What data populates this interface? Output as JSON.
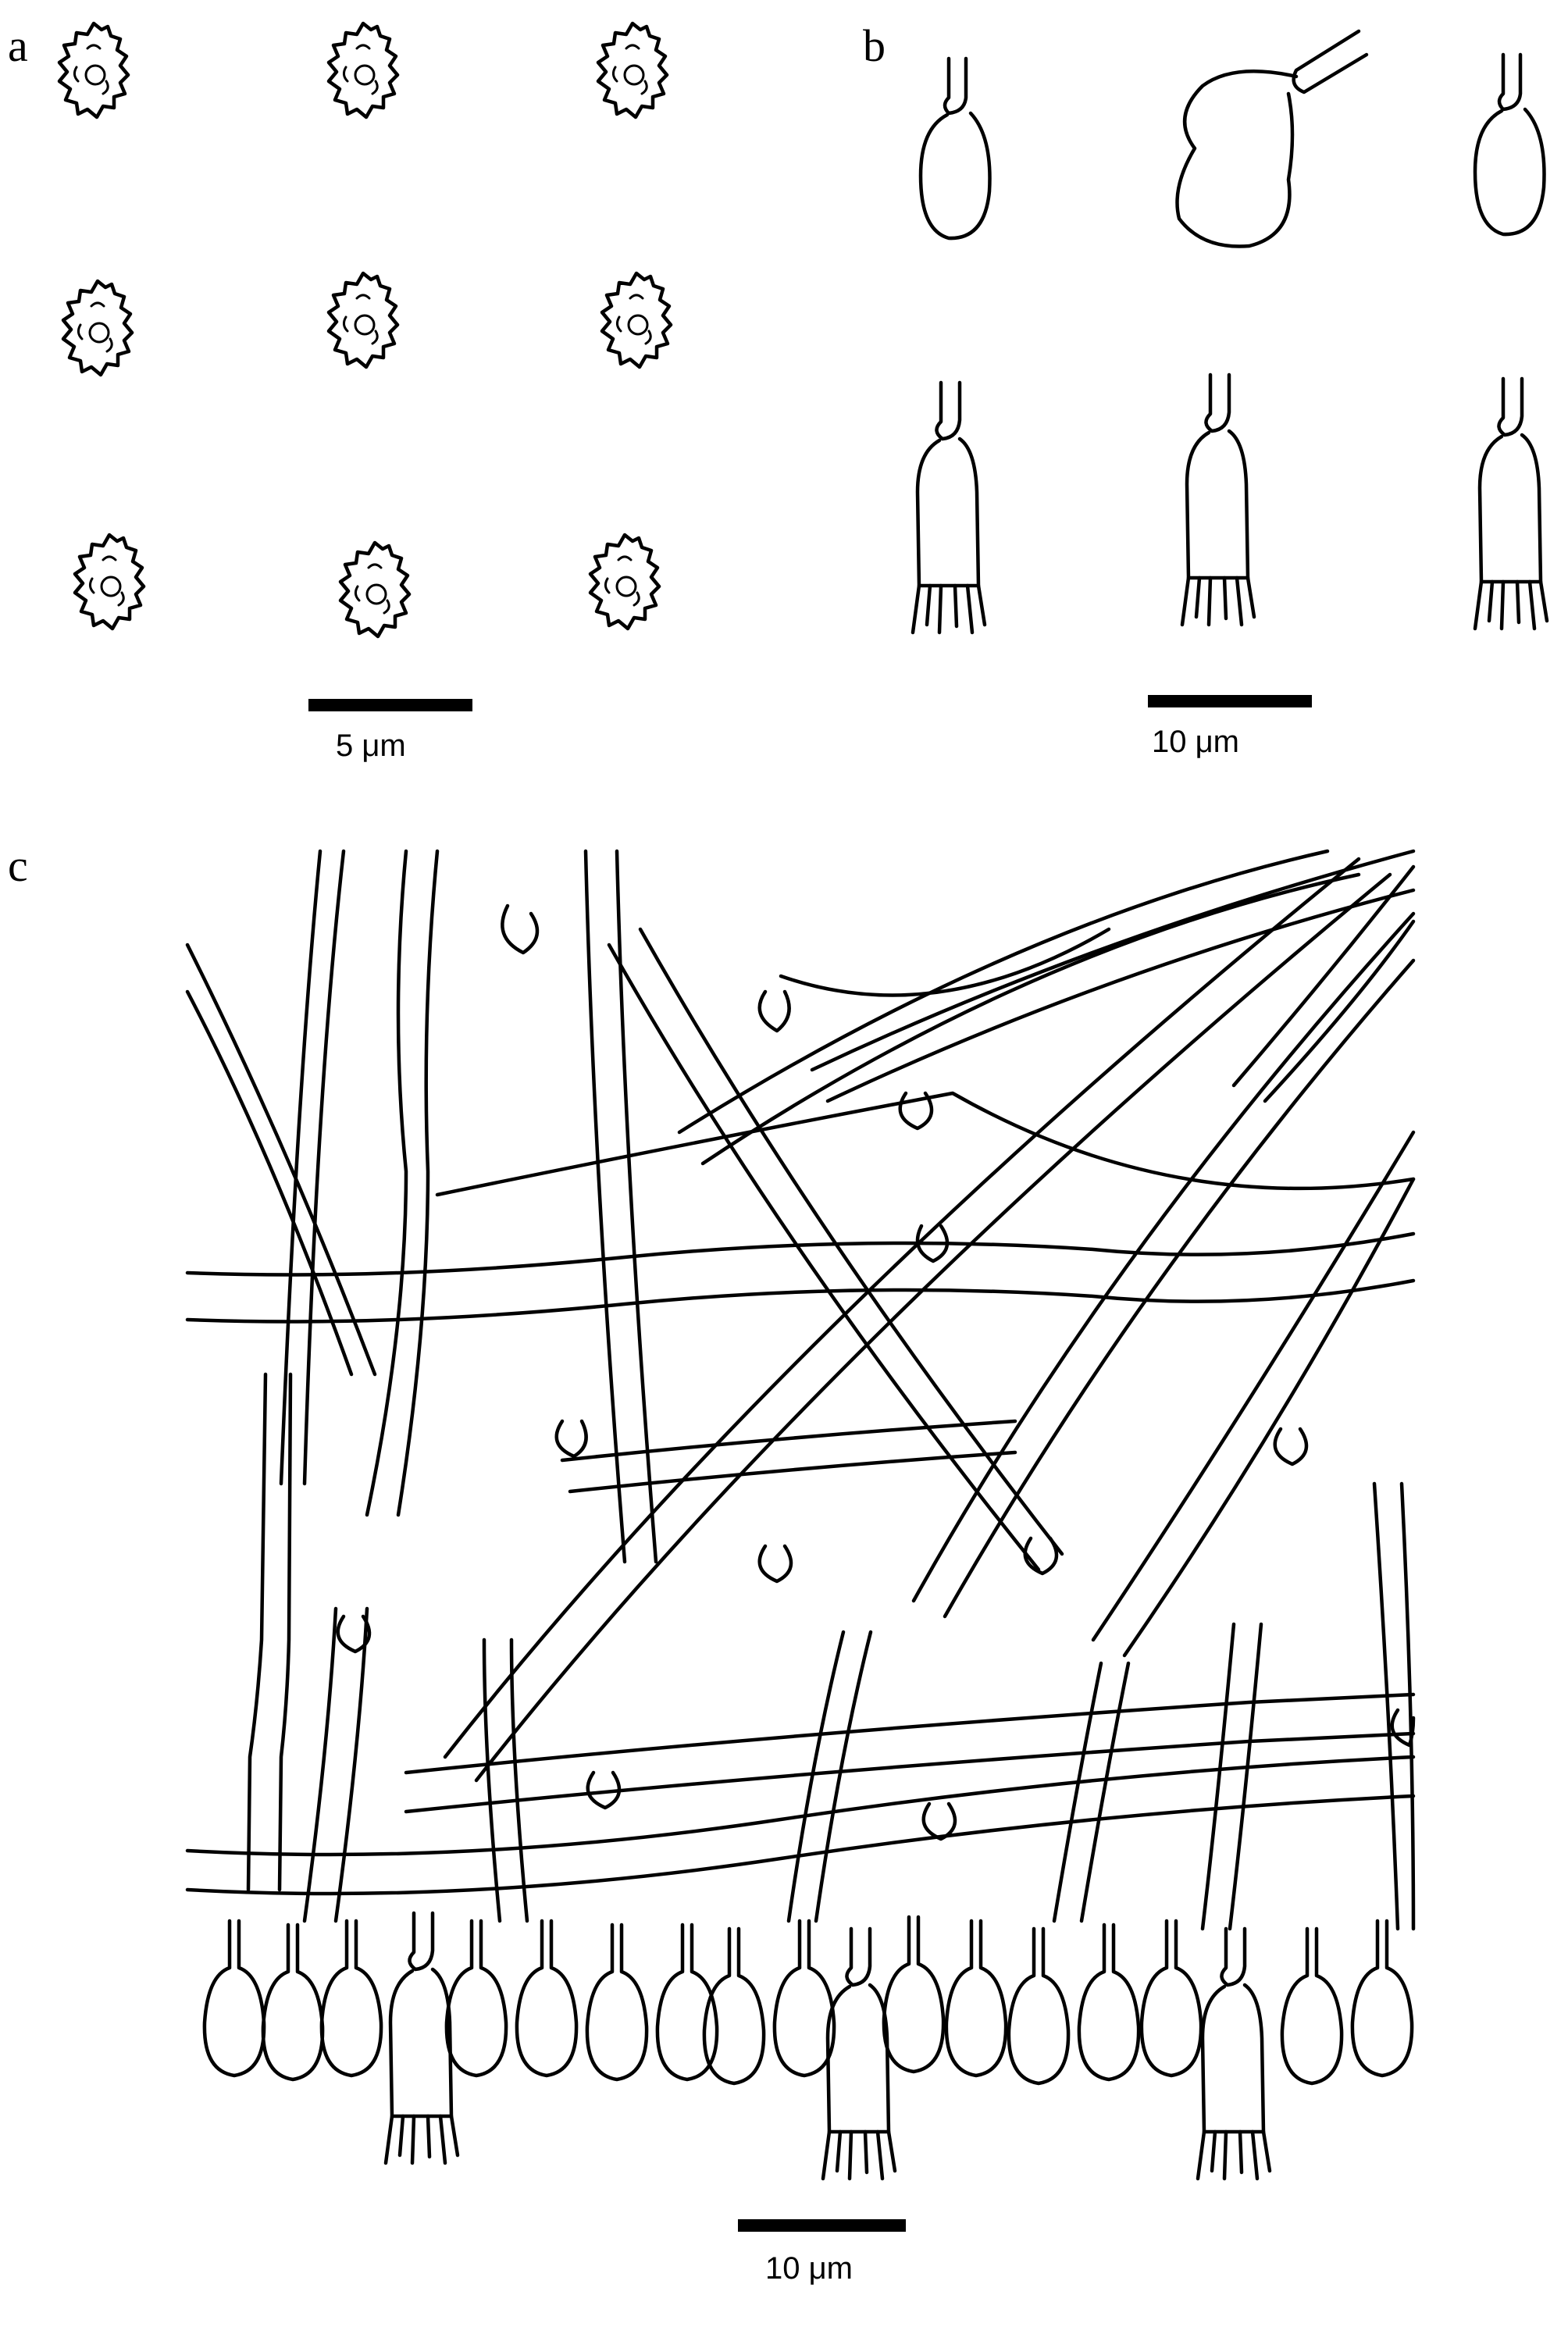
{
  "panels": {
    "a": {
      "letter": "a",
      "scale_label": "5 μm"
    },
    "b": {
      "letter": "b",
      "scale_label": "10 μm"
    },
    "c": {
      "letter": "c",
      "scale_label": "10 μm"
    }
  }
}
